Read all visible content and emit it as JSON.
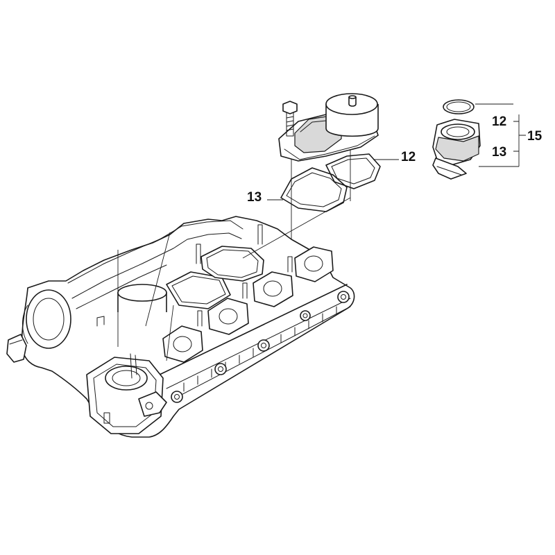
{
  "callouts": {
    "sensor_gasket": "12",
    "sensor_seal": "13",
    "kit_gasket": "12",
    "kit_seal": "13",
    "kit_assembly": "15"
  },
  "colors": {
    "line": "#1a1a1a",
    "background": "#ffffff",
    "shade": "#d9d9d9"
  }
}
